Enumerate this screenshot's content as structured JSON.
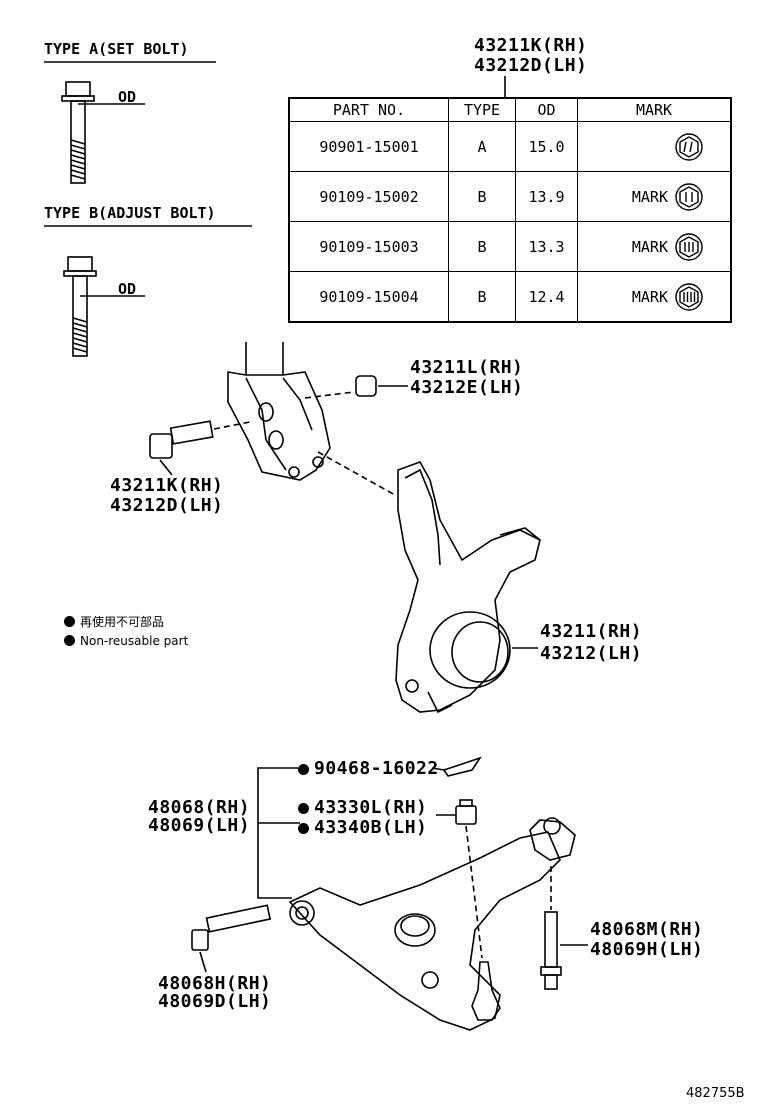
{
  "type_a_label": "TYPE A(SET BOLT)",
  "type_b_label": "TYPE B(ADJUST BOLT)",
  "od_label": "OD",
  "table_title": [
    "43211K(RH)",
    "43212D(LH)"
  ],
  "table": {
    "headers": [
      "PART NO.",
      "TYPE",
      "OD",
      "MARK"
    ],
    "rows": [
      {
        "part_no": "90901-15001",
        "type": "A",
        "od": "15.0",
        "mark": ""
      },
      {
        "part_no": "90109-15002",
        "type": "B",
        "od": "13.9",
        "mark": "MARK"
      },
      {
        "part_no": "90109-15003",
        "type": "B",
        "od": "13.3",
        "mark": "MARK"
      },
      {
        "part_no": "90109-15004",
        "type": "B",
        "od": "12.4",
        "mark": "MARK"
      }
    ]
  },
  "callouts": {
    "nut_upper": [
      "43211L(RH)",
      "43212E(LH)"
    ],
    "bolt_mid": [
      "43211K(RH)",
      "43212D(LH)"
    ],
    "knuckle": [
      "43211(RH)",
      "43212(LH)"
    ],
    "cotter_pin": "90468-16022",
    "arm": [
      "48068(RH)",
      "48069(LH)"
    ],
    "ball_nut": [
      "43330L(RH)",
      "43340B(LH)"
    ],
    "bolt_right": [
      "48068M(RH)",
      "48069H(LH)"
    ],
    "bolt_lower": [
      "48068H(RH)",
      "48069D(LH)"
    ]
  },
  "legend": [
    "再使用不可部品",
    "Non-reusable part"
  ],
  "diagram_id": "482755B"
}
